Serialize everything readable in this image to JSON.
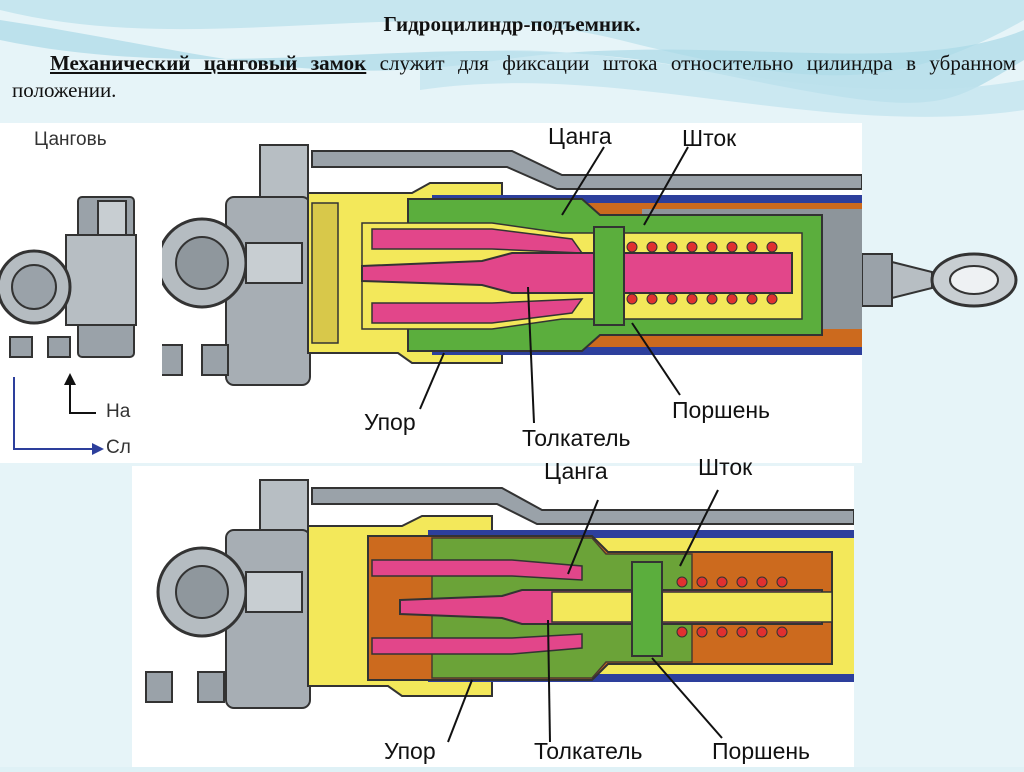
{
  "title": "Гидроцилиндр-подъемник.",
  "description": {
    "lead": "Механический цанговый замок",
    "rest": " служит для фиксации штока относительно цилиндра в убранном положении."
  },
  "top_diagram": {
    "callout_collet": "Цанга",
    "callout_rod": "Шток",
    "callout_stop": "Упор",
    "callout_pusher": "Толкатель",
    "callout_piston": "Поршень"
  },
  "bottom_diagram": {
    "callout_collet": "Цанга",
    "callout_rod": "Шток",
    "callout_stop": "Упор",
    "callout_pusher": "Толкатель",
    "callout_piston": "Поршень"
  },
  "side_fragment": {
    "label_top": "Цанговь",
    "label_mid": "На",
    "label_bottom": "Сл"
  },
  "colors": {
    "yellow": "#f3e85a",
    "orange": "#cc6a1e",
    "green": "#5bae3d",
    "magenta": "#e2468a",
    "blue": "#2d3f9c",
    "steel": "#9aa2a9"
  }
}
